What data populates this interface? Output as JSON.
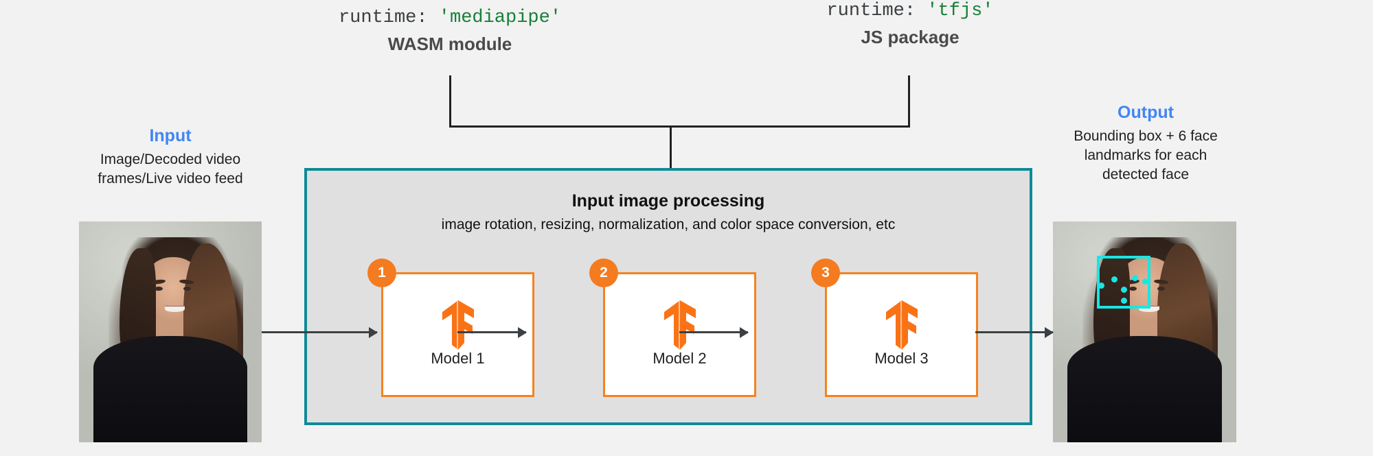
{
  "colors": {
    "page_background": "#f2f2f2",
    "accent_blue": "#4285f4",
    "accent_orange": "#f58220",
    "badge_orange": "#f47b20",
    "container_teal": "#0f8a96",
    "container_fill": "#e0e0e0",
    "code_string_green": "#188038",
    "detection_cyan": "#18e6e6",
    "arrow_gray": "#3c4043"
  },
  "runtimes": [
    {
      "code_key": "runtime:",
      "code_value": "'mediapipe'",
      "subtitle": "WASM module"
    },
    {
      "code_key": "runtime:",
      "code_value": "'tfjs'",
      "subtitle": "JS package"
    }
  ],
  "input": {
    "title": "Input",
    "description_line1": "Image/Decoded video",
    "description_line2": "frames/Live video feed",
    "photo_alt": "portrait-photo"
  },
  "output": {
    "title": "Output",
    "description_line1": "Bounding box + 6 face",
    "description_line2": "landmarks for each",
    "description_line3": "detected face",
    "photo_alt": "portrait-photo-with-detection",
    "landmark_count": 6
  },
  "processing": {
    "title": "Input image processing",
    "subtitle": "image rotation, resizing, normalization, and color space conversion, etc"
  },
  "models": [
    {
      "badge": "1",
      "label": "Model 1",
      "logo": "tensorflow-logo"
    },
    {
      "badge": "2",
      "label": "Model 2",
      "logo": "tensorflow-logo"
    },
    {
      "badge": "3",
      "label": "Model 3",
      "logo": "tensorflow-logo"
    }
  ]
}
